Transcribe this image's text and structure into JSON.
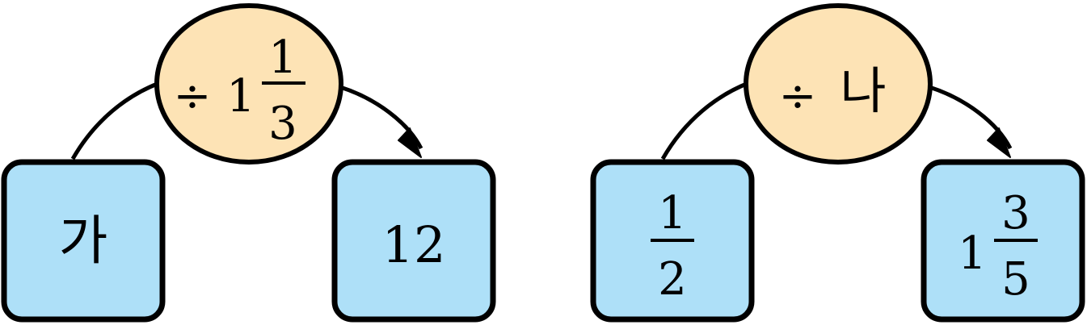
{
  "colors": {
    "box_fill": "#aee0f8",
    "oval_fill": "#fde3b5",
    "outline": "#000000"
  },
  "diagrams": [
    {
      "input": {
        "text": "가"
      },
      "operation": {
        "symbol": "÷",
        "whole": "1",
        "numerator": "1",
        "denominator": "3"
      },
      "output": {
        "text": "12"
      }
    },
    {
      "input": {
        "numerator": "1",
        "denominator": "2"
      },
      "operation": {
        "symbol": "÷",
        "text": "나"
      },
      "output": {
        "whole": "1",
        "numerator": "3",
        "denominator": "5"
      }
    }
  ]
}
